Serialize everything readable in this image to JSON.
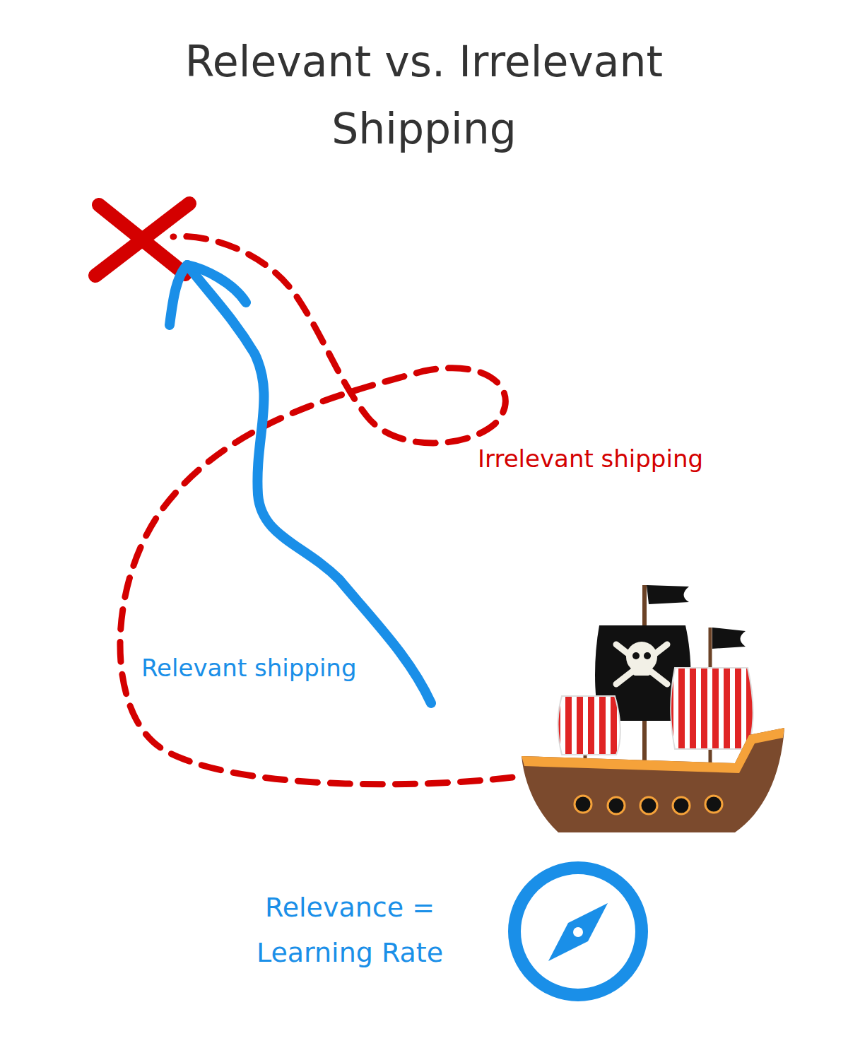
{
  "diagram": {
    "title": "Relevant vs. Irrelevant Shipping",
    "labels": [
      "Irrelevant shipping",
      "Relevant shipping",
      "Relevance = Learning Rate"
    ]
  }
}
